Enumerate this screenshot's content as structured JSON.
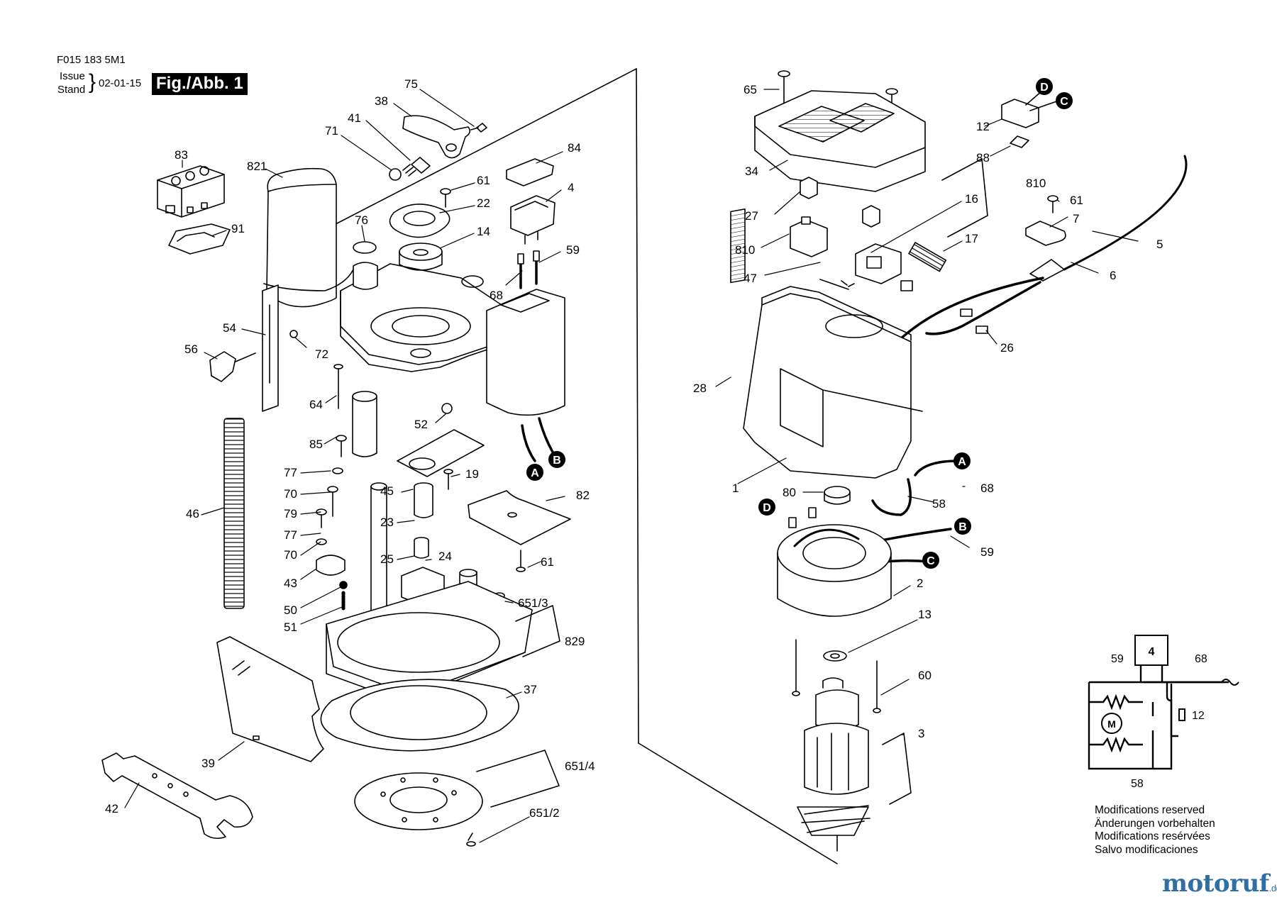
{
  "header": {
    "doc_number": "F015 183 5M1",
    "issue_label_1": "Issue",
    "issue_label_2": "Stand",
    "date": "02-01-15",
    "figure_label": "Fig./Abb. 1"
  },
  "callouts": {
    "c75": "75",
    "c38": "38",
    "c41": "41",
    "c71": "71",
    "c83": "83",
    "c821": "821",
    "c84": "84",
    "c61a": "61",
    "c22": "22",
    "c4": "4",
    "c14": "14",
    "c76": "76",
    "c91": "91",
    "c59a": "59",
    "c68a": "68",
    "c54": "54",
    "c56": "56",
    "c72": "72",
    "c64": "64",
    "c52": "52",
    "c85": "85",
    "c19": "19",
    "c45": "45",
    "c82": "82",
    "c77a": "77",
    "c70a": "70",
    "c79": "79",
    "c77b": "77",
    "c70b": "70",
    "c23": "23",
    "c46": "46",
    "c25": "25",
    "c24": "24",
    "c61b": "61",
    "c43": "43",
    "c6513": "651/3",
    "c50": "50",
    "c51": "51",
    "c829": "829",
    "c37": "37",
    "c39": "39",
    "c6514": "651/4",
    "c42": "42",
    "c6512": "651/2",
    "c65": "65",
    "c34": "34",
    "c27": "27",
    "c810a": "810",
    "c810b": "810",
    "c47": "47",
    "c12": "12",
    "c88": "88",
    "c16": "16",
    "c17": "17",
    "c61c": "61",
    "c7": "7",
    "c5": "5",
    "c6": "6",
    "c26": "26",
    "c28": "28",
    "c1": "1",
    "c80": "80",
    "c58": "58",
    "c68b": "68",
    "c59b": "59",
    "c2": "2",
    "c13": "13",
    "c60": "60",
    "c3": "3"
  },
  "connectors": {
    "A": "A",
    "B": "B",
    "C": "C",
    "D": "D"
  },
  "schematic": {
    "switch_label": "4",
    "left_label": "59",
    "right_label": "68",
    "bottom_label": "58",
    "capacitor_label": "12",
    "motor_label": "M"
  },
  "notes": {
    "line1": "Modifications reserved",
    "line2": "Änderungen vorbehalten",
    "line3": "Modifications resérvées",
    "line4": "Salvo modificaciones"
  },
  "watermark": {
    "brand": "motoruf",
    "tld": ".de"
  },
  "colors": {
    "ink": "#000000",
    "paper": "#ffffff",
    "light_fill": "#f2f2f2",
    "mid_fill": "#d9d9d9",
    "logo": "#2f6fa6"
  }
}
